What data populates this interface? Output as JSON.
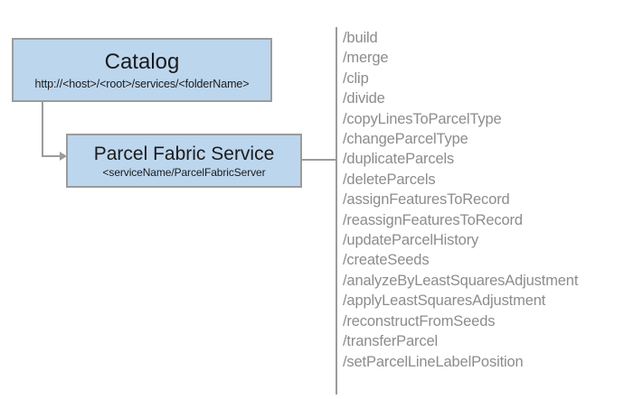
{
  "diagram": {
    "nodes": [
      {
        "id": "catalog",
        "title": "Catalog",
        "subtitle": "http://<host>/<root>/services/<folderName>",
        "fill": "#bcd6ee",
        "border": "#9b9b9b"
      },
      {
        "id": "parcel-fabric-service",
        "title": "Parcel Fabric Service",
        "subtitle": "<serviceName/ParcelFabricServer",
        "fill": "#bcd6ee",
        "border": "#9b9b9b"
      }
    ],
    "connector_color": "#9b9b9b",
    "operations_text_color": "#8c8c8c",
    "operations": [
      {
        "label": "/build"
      },
      {
        "label": "/merge"
      },
      {
        "label": "/clip"
      },
      {
        "label": "/divide"
      },
      {
        "label": "/copyLinesToParcelType"
      },
      {
        "label": "/changeParcelType"
      },
      {
        "label": "/duplicateParcels"
      },
      {
        "label": "/deleteParcels"
      },
      {
        "label": "/assignFeaturesToRecord"
      },
      {
        "label": "/reassignFeaturesToRecord"
      },
      {
        "label": "/updateParcelHistory"
      },
      {
        "label": "/createSeeds"
      },
      {
        "label": "/analyzeByLeastSquaresAdjustment"
      },
      {
        "label": "/applyLeastSquaresAdjustment"
      },
      {
        "label": "/reconstructFromSeeds"
      },
      {
        "label": "/transferParcel"
      },
      {
        "label": "/setParcelLineLabelPosition"
      }
    ]
  }
}
